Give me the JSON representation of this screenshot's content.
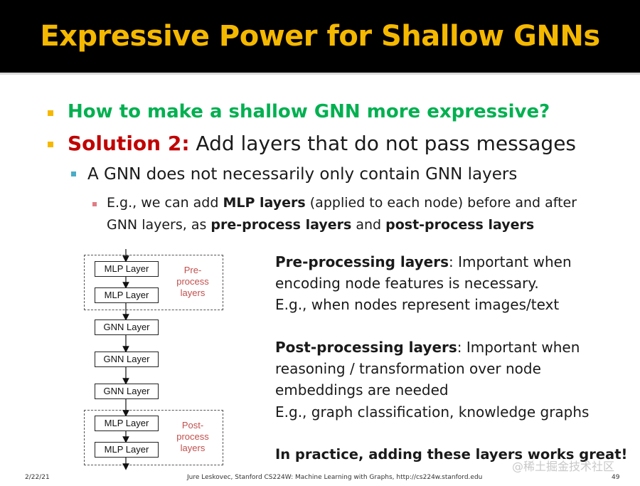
{
  "slide": {
    "title": "Expressive Power for Shallow GNNs",
    "bullets": {
      "q": "How to make a shallow GNN more expressive?",
      "sol_label": "Solution 2:",
      "sol_text": " Add layers that do not pass messages",
      "sub1": "A GNN does not necessarily only contain GNN layers",
      "sub2_a": "E.g., we can add ",
      "sub2_b": "MLP layers",
      "sub2_c": " (applied to each node) before and after",
      "sub2_d": "GNN layers, as ",
      "sub2_e": "pre-process layers",
      "sub2_f": " and ",
      "sub2_g": "post-process layers"
    },
    "diagram": {
      "mlp1": "MLP Layer",
      "mlp2": "MLP Layer",
      "gnn1": "GNN Layer",
      "gnn2": "GNN Layer",
      "gnn3": "GNN Layer",
      "mlp3": "MLP Layer",
      "mlp4": "MLP Layer",
      "pre_label_1": "Pre-",
      "pre_label_2": "process",
      "pre_label_3": "layers",
      "post_label_1": "Post-",
      "post_label_2": "process",
      "post_label_3": "layers"
    },
    "right": {
      "pre_title": "Pre-processing layers",
      "pre_text1": ": Important when",
      "pre_text2": "encoding node features is necessary.",
      "pre_eg": "E.g., when nodes represent images/text",
      "post_title": "Post-processing layers",
      "post_text1": ": Important when",
      "post_text2": "reasoning / transformation over node",
      "post_text3": "embeddings are needed",
      "post_eg": "E.g., graph classification, knowledge graphs",
      "practice": "In practice, adding these layers works great!"
    },
    "footer": {
      "date": "2/22/21",
      "credit": "Jure Leskovec, Stanford CS224W: Machine Learning with Graphs, http://cs224w.stanford.edu",
      "page": "49"
    },
    "watermark": "@稀土掘金技术社区",
    "colors": {
      "title": "#f5b800",
      "green": "#00b050",
      "red": "#c00000",
      "label_red": "#c0504d"
    }
  }
}
